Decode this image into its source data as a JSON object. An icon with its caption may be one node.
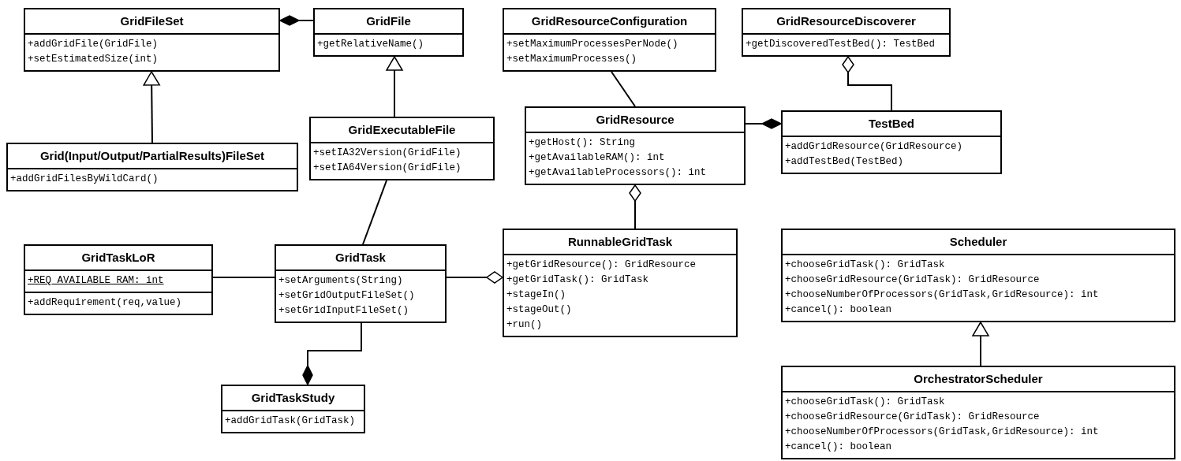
{
  "diagram": {
    "nodes": [
      {
        "text": [
          "GridFileSet",
          "+addGridFile(GridFile)",
          "+setEstimatedSize(int)"
        ]
      },
      {
        "text": [
          "GridFile",
          "+getRelativeName()"
        ]
      },
      {
        "text": [
          "GridResourceConfiguration",
          "+setMaximumProcessesPerNode()",
          "+setMaximumProcesses()"
        ]
      },
      {
        "text": [
          "GridResourceDiscoverer",
          "+getDiscoveredTestBed(): TestBed"
        ]
      },
      {
        "text": [
          "Grid(Input/Output/PartialResults)FileSet",
          "+addGridFilesByWildCard()"
        ]
      },
      {
        "text": [
          "GridExecutableFile",
          "+setIA32Version(GridFile)",
          "+setIA64Version(GridFile)"
        ]
      },
      {
        "text": [
          "GridResource",
          "+getHost(): String",
          "+getAvailableRAM(): int",
          "+getAvailableProcessors(): int"
        ]
      },
      {
        "text": [
          "TestBed",
          "+addGridResource(GridResource)",
          "+addTestBed(TestBed)"
        ]
      },
      {
        "text": [
          "GridTaskLoR",
          "+REQ_AVAILABLE_RAM: int",
          "+addRequirement(req,value)"
        ]
      },
      {
        "text": [
          "GridTask",
          "+setArguments(String)",
          "+setGridOutputFileSet()",
          "+setGridInputFileSet()"
        ]
      },
      {
        "text": [
          "RunnableGridTask",
          "+getGridResource(): GridResource",
          "+getGridTask(): GridTask",
          "+stageIn()",
          "+stageOut()",
          "+run()"
        ]
      },
      {
        "text": [
          "Scheduler",
          "+chooseGridTask(): GridTask",
          "+chooseGridResource(GridTask): GridResource",
          "+chooseNumberOfProcessors(GridTask,GridResource): int",
          "+cancel(): boolean"
        ]
      },
      {
        "text": [
          "GridTaskStudy",
          "+addGridTask(GridTask)"
        ]
      },
      {
        "text": [
          "OrchestratorScheduler",
          "+chooseGridTask(): GridTask",
          "+chooseGridResource(GridTask): GridResource",
          "+chooseNumberOfProcessors(GridTask,GridResource): int",
          "+cancel(): boolean"
        ]
      }
    ],
    "edges": [
      {
        "from": 0,
        "to": 1,
        "arrow": "other"
      },
      {
        "from": 4,
        "to": 0,
        "arrow": "to"
      },
      {
        "from": 5,
        "to": 1,
        "arrow": "to"
      },
      {
        "from": 2,
        "to": 6,
        "arrow": "none"
      },
      {
        "from": 3,
        "to": 7,
        "arrow": "other"
      },
      {
        "from": 7,
        "to": 6,
        "arrow": "other"
      },
      {
        "from": 6,
        "to": 10,
        "arrow": "other"
      },
      {
        "from": 5,
        "to": 9,
        "arrow": "none"
      },
      {
        "from": 8,
        "to": 9,
        "arrow": "none"
      },
      {
        "from": 10,
        "to": 9,
        "arrow": "other"
      },
      {
        "from": 12,
        "to": 9,
        "arrow": "other"
      },
      {
        "from": 13,
        "to": 11,
        "arrow": "to"
      }
    ]
  }
}
